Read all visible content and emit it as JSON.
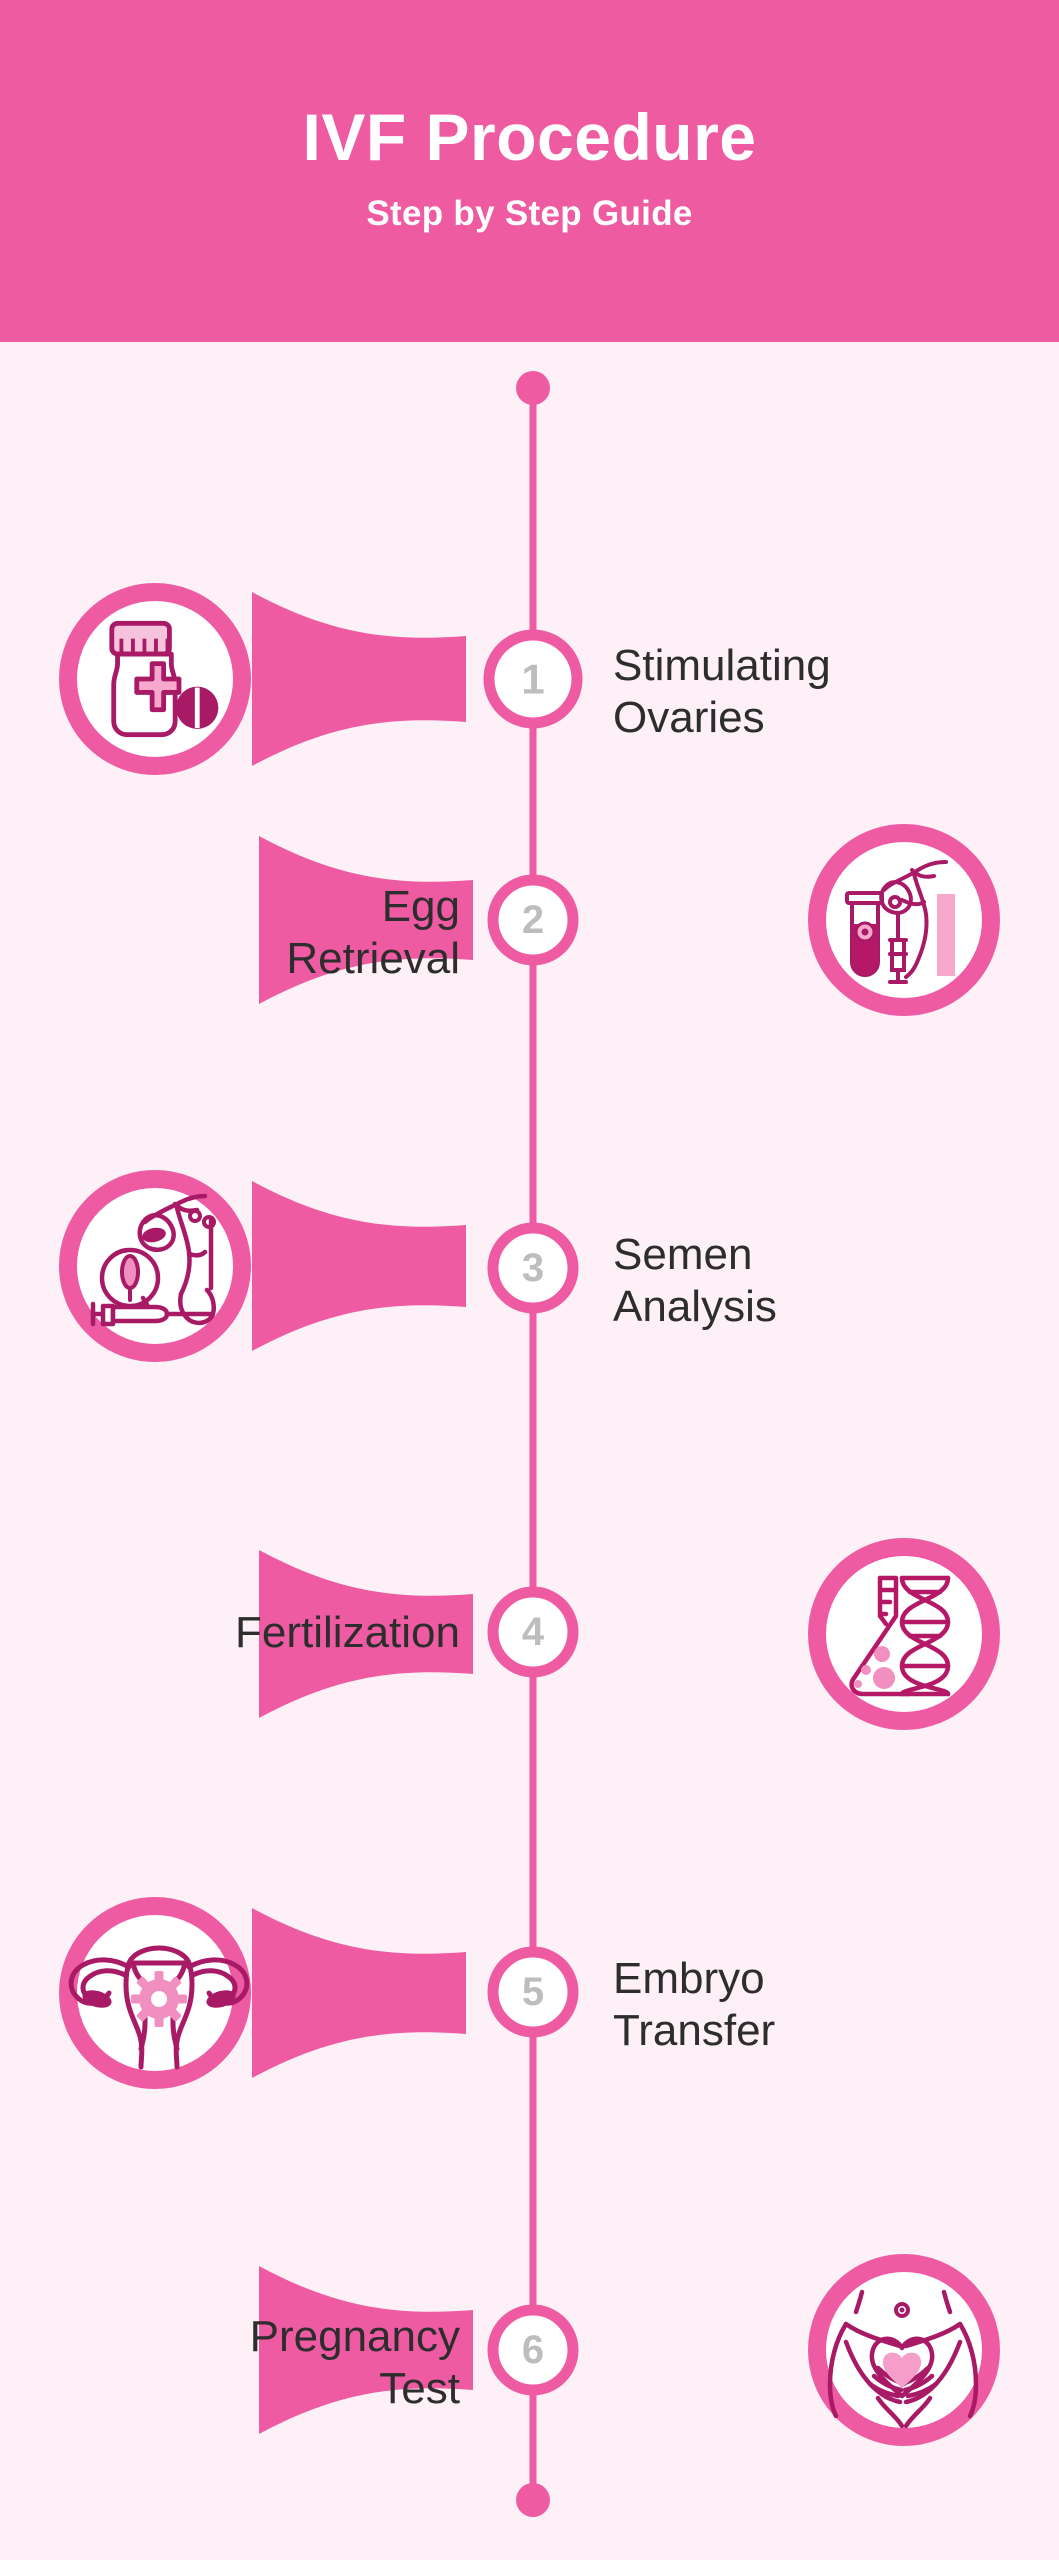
{
  "header": {
    "title": "IVF Procedure",
    "subtitle": "Step by Step Guide",
    "bg_color": "#EF5BA1",
    "text_color": "#FFFFFF"
  },
  "theme": {
    "page_bg": "#FDF0F6",
    "accent_pink": "#EE5BA2",
    "icon_dark": "#A81A66",
    "icon_light": "#F18FBF",
    "label_color": "#2D2D2D",
    "number_color": "#BDBDBD",
    "circle_fill": "#FFFFFF"
  },
  "timeline": {
    "orientation": "vertical",
    "top_dot": true,
    "bottom_dot": true,
    "steps_count": 6
  },
  "steps": [
    {
      "number": "1",
      "label": "Stimulating\nOvaries",
      "label_side": "right",
      "icon_side": "left",
      "icon_name": "medicine-bottle-pill-icon"
    },
    {
      "number": "2",
      "label": "Egg\nRetrieval",
      "label_side": "left",
      "icon_side": "right",
      "icon_name": "test-tube-syringe-ovary-icon"
    },
    {
      "number": "3",
      "label": "Semen\nAnalysis",
      "label_side": "right",
      "icon_side": "left",
      "icon_name": "ovary-catheter-syringe-icon"
    },
    {
      "number": "4",
      "label": "Fertilization",
      "label_side": "left",
      "icon_side": "right",
      "icon_name": "flask-dna-icon"
    },
    {
      "number": "5",
      "label": "Embryo\nTransfer",
      "label_side": "right",
      "icon_side": "left",
      "icon_name": "uterus-gear-icon"
    },
    {
      "number": "6",
      "label": "Pregnancy\nTest",
      "label_side": "left",
      "icon_side": "right",
      "icon_name": "belly-hands-heart-icon"
    }
  ]
}
